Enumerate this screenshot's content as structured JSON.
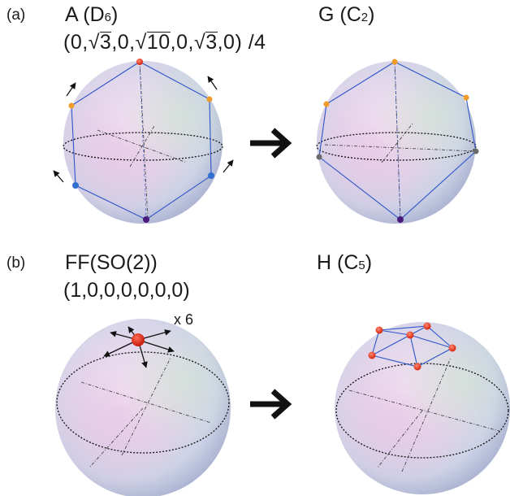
{
  "panel_a": {
    "tag": "(a)",
    "left_title_main": "A (D",
    "left_title_sub": "6",
    "left_title_end": ")",
    "coords_prefix": "(0,",
    "rad1": "3",
    "coords_mid1": ",0,",
    "rad2": "10",
    "coords_mid2": ",0,",
    "rad3": "3",
    "coords_suffix": ",0) /4",
    "right_title_main": "G (C",
    "right_title_sub": "2",
    "right_title_end": ")"
  },
  "panel_b": {
    "tag": "(b)",
    "left_title": "FF(SO(2))",
    "coords": "(1,0,0,0,0,0,0)",
    "multiplicity": "x 6",
    "right_title_main": "H (C",
    "right_title_sub": "5",
    "right_title_end": ")"
  },
  "colors": {
    "red": "#e8321e",
    "orange": "#f09b2a",
    "blue": "#2f6fd0",
    "purple": "#4a1a7a",
    "gray": "#6b6b6b",
    "edge": "#2f55c8",
    "arrow": "#111111"
  }
}
